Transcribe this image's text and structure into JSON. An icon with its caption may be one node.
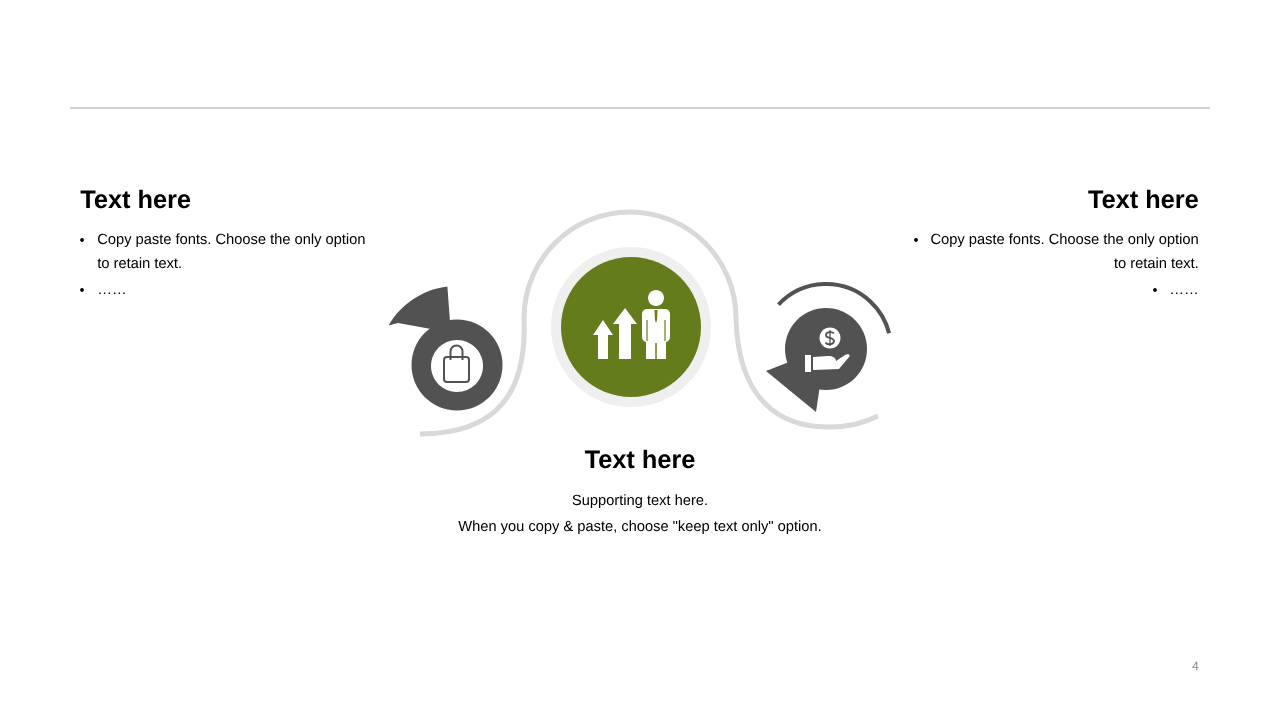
{
  "diagram": {
    "nodes": [
      {
        "text": [],
        "shape": "circle"
      },
      {
        "text": [],
        "shape": "circle"
      },
      {
        "text": [],
        "shape": "circle"
      }
    ],
    "labels": [
      "Text here",
      "Copy paste fonts. Choose the only option to retain text.",
      "……",
      "Text here",
      "Copy paste fonts. Choose the only option to retain text.",
      "……",
      "Text here",
      "Supporting text here.",
      "When you copy & paste, choose \"keep text only\" option.",
      "4"
    ]
  }
}
